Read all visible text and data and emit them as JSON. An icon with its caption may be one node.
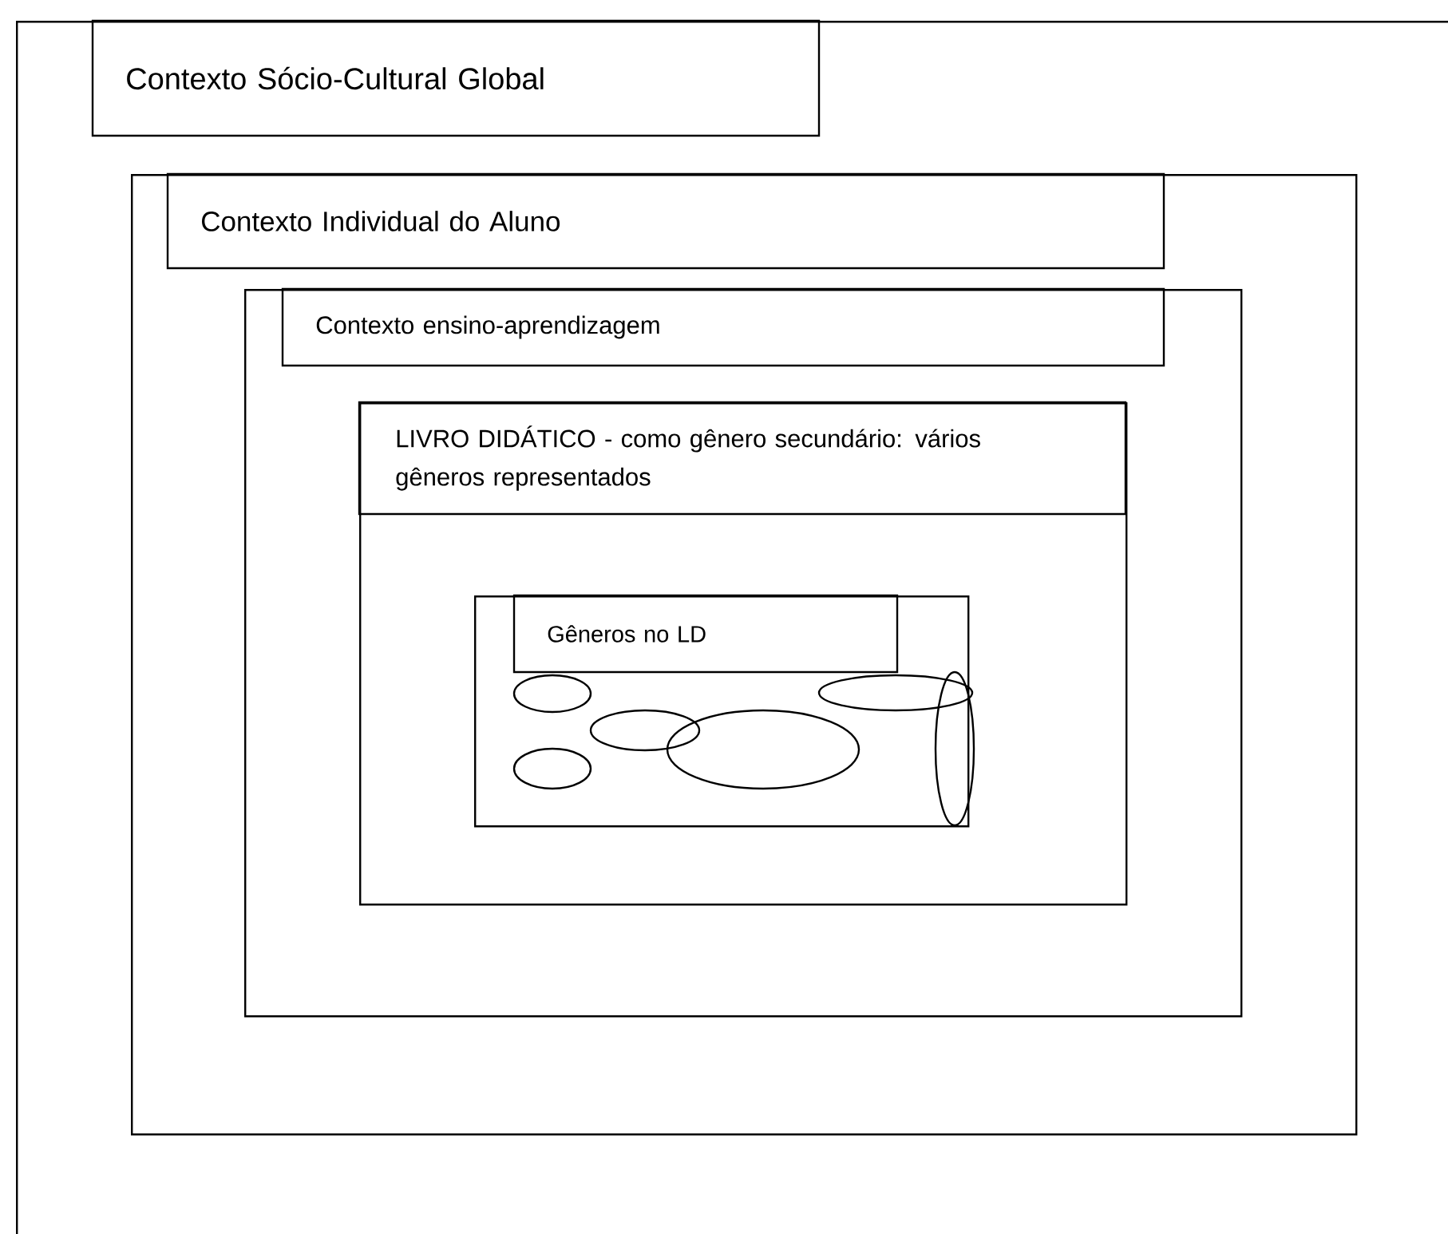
{
  "diagram": {
    "nodes": [
      {
        "text": [
          "Contexto Sócio-Cultural Global"
        ]
      },
      {
        "text": [
          "Contexto Individual do Aluno"
        ],
        "in": 0
      },
      {
        "text": [
          "Contexto ensino-aprendizagem"
        ],
        "in": 1
      },
      {
        "text": [
          "LIVRO DIDÁTICO - como gênero secundário: vários gêneros representados"
        ],
        "in": 2
      },
      {
        "text": [
          "Gêneros no LD"
        ],
        "in": 3
      },
      {
        "text": [],
        "shape": "ellipse",
        "in": 4
      },
      {
        "text": [],
        "shape": "ellipse",
        "in": 4
      },
      {
        "text": [],
        "shape": "ellipse",
        "in": 4
      },
      {
        "text": [],
        "shape": "ellipse",
        "in": 4
      },
      {
        "text": [],
        "shape": "ellipse",
        "in": 4
      },
      {
        "text": [],
        "shape": "ellipse",
        "in": 4
      }
    ]
  }
}
